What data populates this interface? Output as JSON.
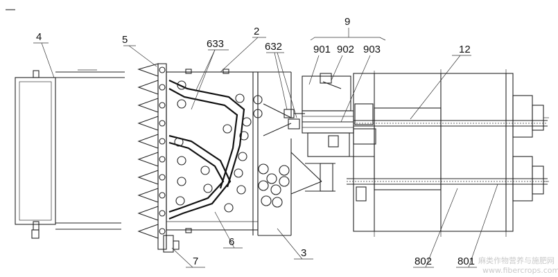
{
  "diagram": {
    "labels": {
      "l4": "4",
      "l5": "5",
      "l633": "633",
      "l2": "2",
      "l632": "632",
      "l9": "9",
      "l901": "901",
      "l902": "902",
      "l903": "903",
      "l12": "12",
      "l6": "6",
      "l3": "3",
      "l7": "7",
      "l802": "802",
      "l801": "801"
    },
    "watermark": {
      "line1": "麻类作物营养与施肥网",
      "line2": "www.fibercrops.com"
    }
  }
}
